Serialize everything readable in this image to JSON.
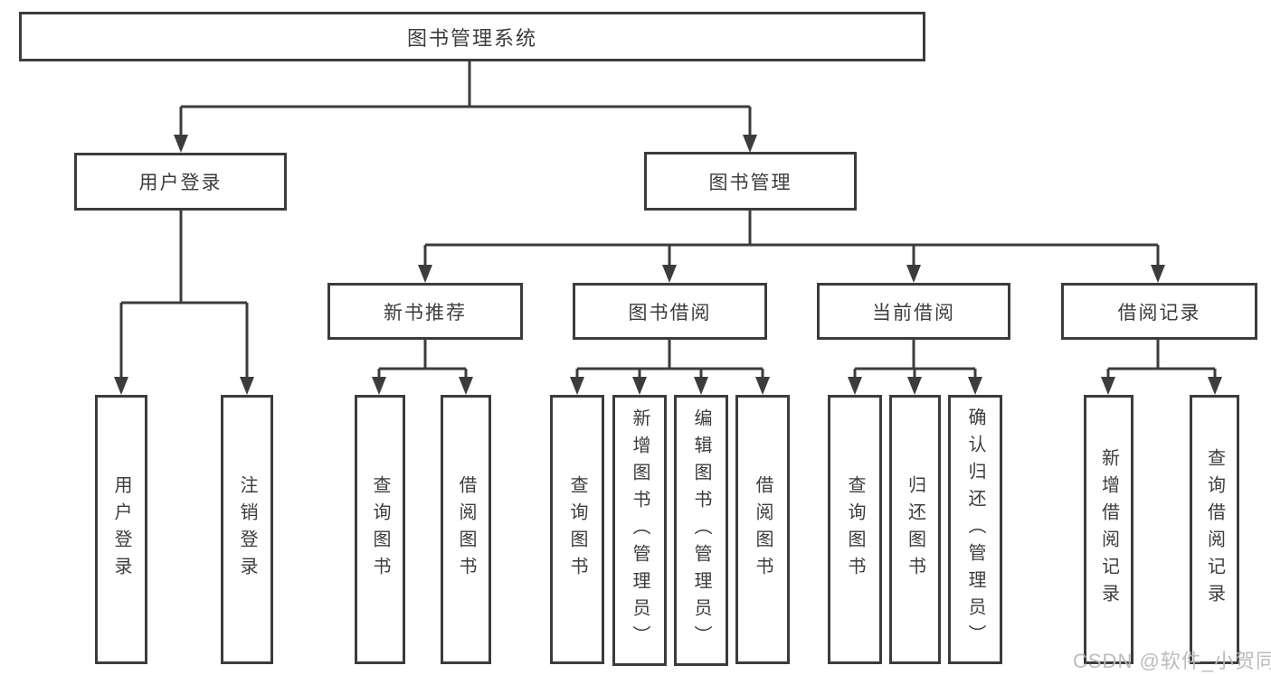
{
  "colors": {
    "background": "#ffffff",
    "line": "#3c3c3c",
    "text": "#3c3c3c",
    "watermark": "#b8b8b8"
  },
  "watermark": {
    "text": "CSDN @软件_小贺同学"
  },
  "diagram": {
    "type": "hierarchy-tree",
    "root": {
      "label": "图书管理系统"
    },
    "branches": [
      {
        "label": "用户登录",
        "children": [
          {
            "label": "用户登录"
          },
          {
            "label": "注销登录"
          }
        ]
      },
      {
        "label": "图书管理",
        "children": [
          {
            "label": "新书推荐",
            "children": [
              {
                "label": "查询图书"
              },
              {
                "label": "借阅图书"
              }
            ]
          },
          {
            "label": "图书借阅",
            "children": [
              {
                "label": "查询图书"
              },
              {
                "label": "新增图书（管理员）"
              },
              {
                "label": "编辑图书（管理员）"
              },
              {
                "label": "借阅图书"
              }
            ]
          },
          {
            "label": "当前借阅",
            "children": [
              {
                "label": "查询图书"
              },
              {
                "label": "归还图书"
              },
              {
                "label": "确认归还（管理员）"
              }
            ]
          },
          {
            "label": "借阅记录",
            "children": [
              {
                "label": "新增借阅记录"
              },
              {
                "label": "查询借阅记录"
              }
            ]
          }
        ]
      }
    ]
  }
}
